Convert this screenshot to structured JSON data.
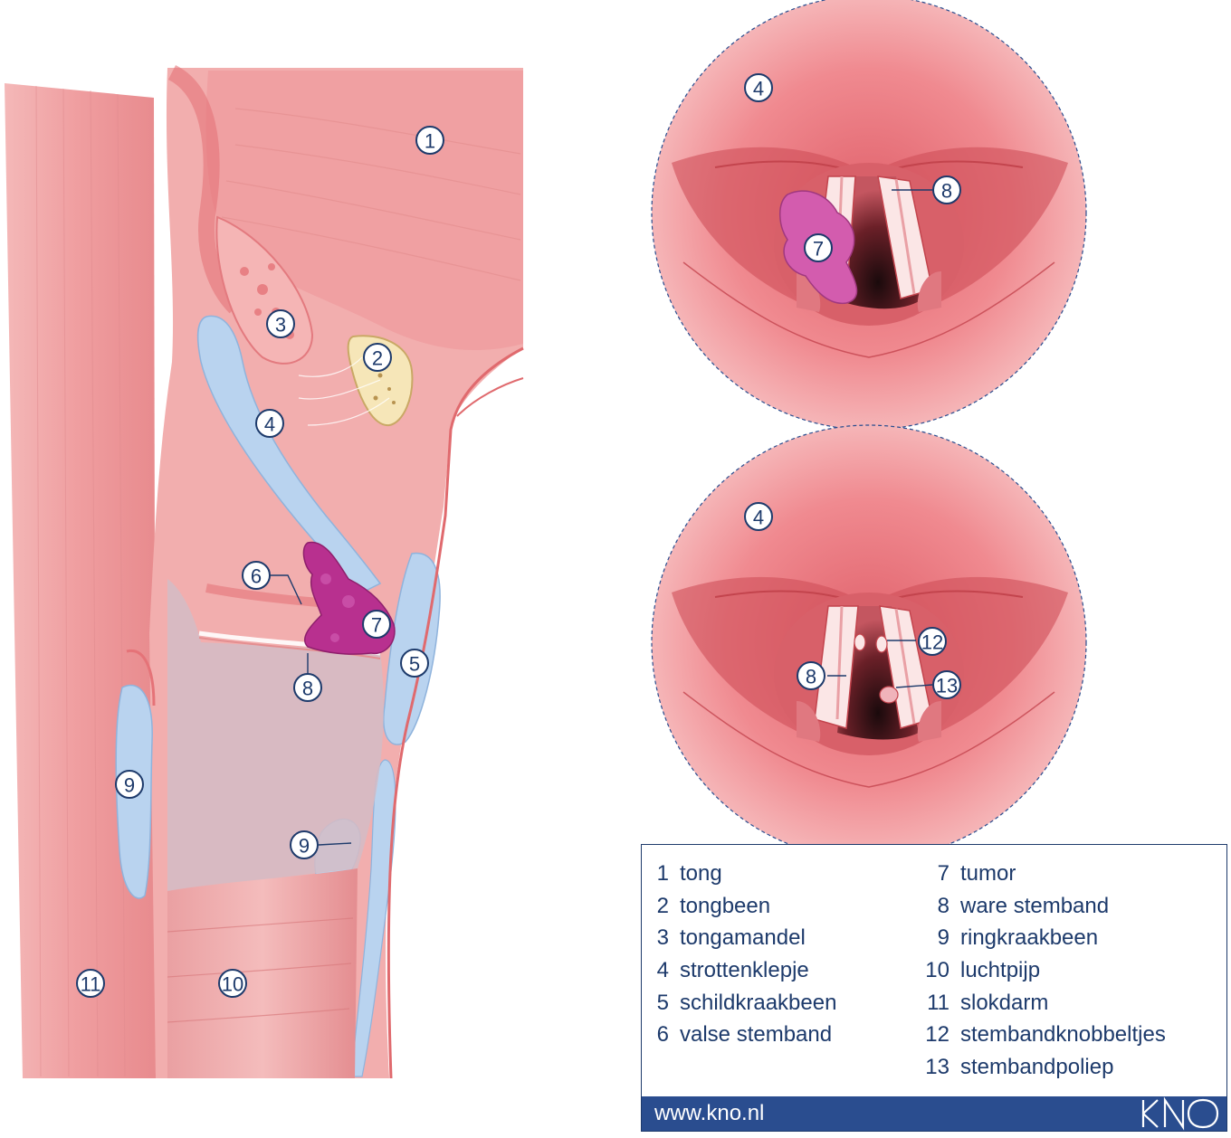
{
  "markers": {
    "side_view": [
      {
        "n": "1"
      },
      {
        "n": "2"
      },
      {
        "n": "3"
      },
      {
        "n": "4"
      },
      {
        "n": "5"
      },
      {
        "n": "6"
      },
      {
        "n": "7"
      },
      {
        "n": "8"
      },
      {
        "n": "9"
      },
      {
        "n": "9"
      },
      {
        "n": "10"
      },
      {
        "n": "11"
      }
    ],
    "top_view": [
      {
        "n": "4"
      },
      {
        "n": "8"
      },
      {
        "n": "7"
      }
    ],
    "bottom_view": [
      {
        "n": "4"
      },
      {
        "n": "12"
      },
      {
        "n": "8"
      },
      {
        "n": "13"
      }
    ]
  },
  "legend": {
    "left": [
      {
        "num": "1",
        "label": "tong"
      },
      {
        "num": "2",
        "label": "tongbeen"
      },
      {
        "num": "3",
        "label": "tongamandel"
      },
      {
        "num": "4",
        "label": "strottenklepje"
      },
      {
        "num": "5",
        "label": "schildkraakbeen"
      },
      {
        "num": "6",
        "label": "valse stemband"
      }
    ],
    "right": [
      {
        "num": "7",
        "label": "tumor"
      },
      {
        "num": "8",
        "label": "ware stemband"
      },
      {
        "num": "9",
        "label": "ringkraakbeen"
      },
      {
        "num": "10",
        "label": "luchtpijp"
      },
      {
        "num": "11",
        "label": "slokdarm"
      },
      {
        "num": "12",
        "label": "stembandknobbeltjes"
      },
      {
        "num": "13",
        "label": "stembandpoliep"
      }
    ]
  },
  "footer": {
    "url": "www.kno.nl",
    "logo_text": "KNO"
  },
  "colors": {
    "tissue": "#f0a3a3",
    "tissue_dark": "#e06a6e",
    "cartilage": "#b9d3ef",
    "tumor": "#b8308f",
    "accent": "#2a4d8f",
    "ink": "#1d3a6b"
  }
}
